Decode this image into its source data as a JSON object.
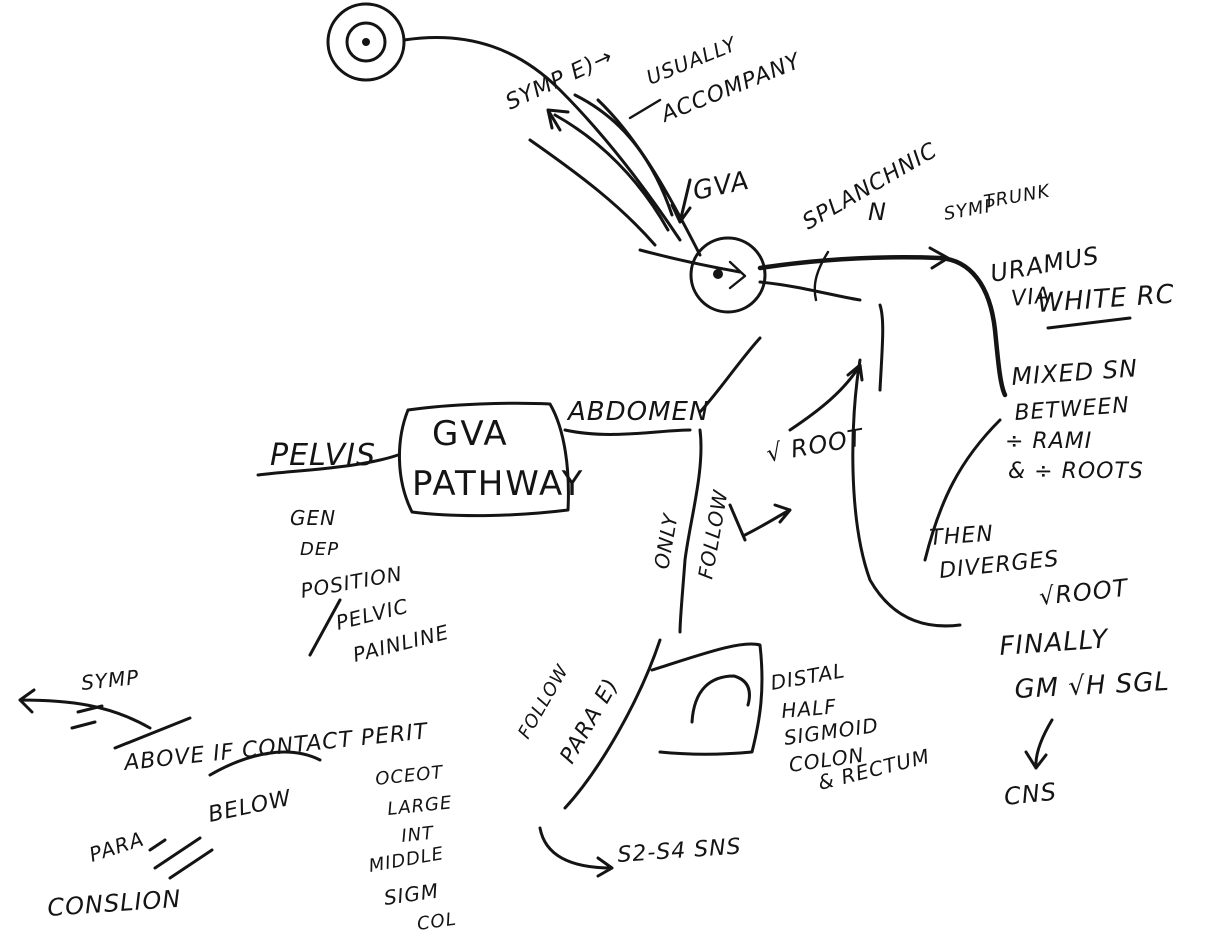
{
  "diagram": {
    "center_node": {
      "line1": "GVA",
      "line2": "PATHWAY"
    },
    "branch_pelvis": "PELVIS",
    "branch_abdomen": "ABDOMEN",
    "labels": {
      "symp_eye": "SYMP E)→",
      "usually_1": "USUALLY",
      "usually_2": "ACCOMPANY",
      "gva": "GVA",
      "splanchnic_1": "SPLANCHNIC",
      "splanchnic_2": "N",
      "symp_trunk_1": "SYMP",
      "symp_trunk_2": "TRUNK",
      "urami_1": "URAMUS",
      "urami_2": "VIA",
      "urami_3": "WHITE RC",
      "mixed_1": "MIXED SN",
      "mixed_2": "BETWEEN",
      "mixed_3": "÷ RAMI",
      "mixed_4": "& ÷ ROOTS",
      "then_1": "THEN",
      "then_2": "DIVERGES",
      "droot": "√ROOT",
      "finally_1": "FINALLY",
      "finally_2": "GM √H SGL",
      "cns": "CNS",
      "jroot": "√ ROOT",
      "only": "ONLY",
      "follow": "FOLLOW",
      "follow_para_1": "FOLLOW",
      "follow_para_2": "PARA E)",
      "distal_1": "DISTAL",
      "distal_2": "HALF",
      "distal_3": "SIGMOID",
      "distal_4": "COLON",
      "distal_5": "& RECTUM",
      "s2s4": "S2-S4 SNS",
      "pelvis_1": "GEN",
      "pelvis_2": "DEP",
      "pelvis_3": "POSITION",
      "pelvis_4": "PELVIC",
      "pelvis_5": "PAINLINE",
      "symp_left": "SYMP",
      "above": "ABOVE IF CONTACT PERIT",
      "para": "PARA",
      "below": "BELOW",
      "conslion": "CONSLION",
      "col_1": "OCEOT",
      "col_2": "LARGE",
      "col_3": "INT",
      "col_4": "MIDDLE",
      "col_5": "SIGM",
      "col_6": "COL"
    }
  }
}
